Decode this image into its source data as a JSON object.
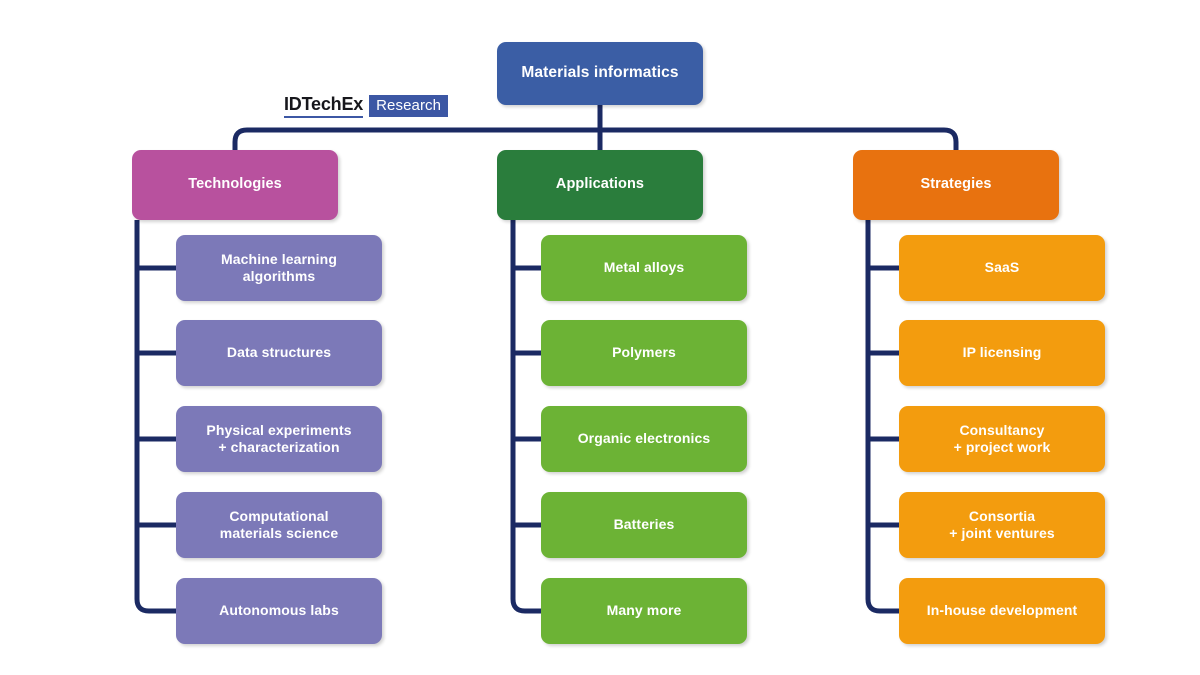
{
  "logo": {
    "word": "IDTechEx",
    "badge": "Research",
    "word_color": "#17171c",
    "badge_bg": "#3c57a4",
    "underline_color": "#3c57a4"
  },
  "colors": {
    "connector": "#1b2a63",
    "root": "#3b5ea5",
    "technologies": "#b8519e",
    "technologies_leaf": "#7c79b8",
    "applications": "#2a7d3c",
    "applications_leaf": "#6cb335",
    "strategies": "#e8720f",
    "strategies_leaf": "#f39c0e",
    "text": "#ffffff",
    "background": "#ffffff"
  },
  "chart_data": {
    "type": "tree-diagram",
    "title": "Materials informatics",
    "orientation": "top-down with vertical leaf spines",
    "levels": 3,
    "branch_count": 3,
    "leaf_count": 15
  },
  "root": {
    "label": "Materials informatics"
  },
  "branches": [
    {
      "id": "technologies",
      "label": "Technologies",
      "leaves": [
        {
          "label": "Machine learning\nalgorithms"
        },
        {
          "label": "Data structures"
        },
        {
          "label": "Physical experiments\n+ characterization"
        },
        {
          "label": "Computational\nmaterials science"
        },
        {
          "label": "Autonomous labs"
        }
      ]
    },
    {
      "id": "applications",
      "label": "Applications",
      "leaves": [
        {
          "label": "Metal alloys"
        },
        {
          "label": "Polymers"
        },
        {
          "label": "Organic electronics"
        },
        {
          "label": "Batteries"
        },
        {
          "label": "Many more"
        }
      ]
    },
    {
      "id": "strategies",
      "label": "Strategies",
      "leaves": [
        {
          "label": "SaaS"
        },
        {
          "label": "IP licensing"
        },
        {
          "label": "Consultancy\n+ project work"
        },
        {
          "label": "Consortia\n+ joint ventures"
        },
        {
          "label": "In-house development"
        }
      ]
    }
  ]
}
